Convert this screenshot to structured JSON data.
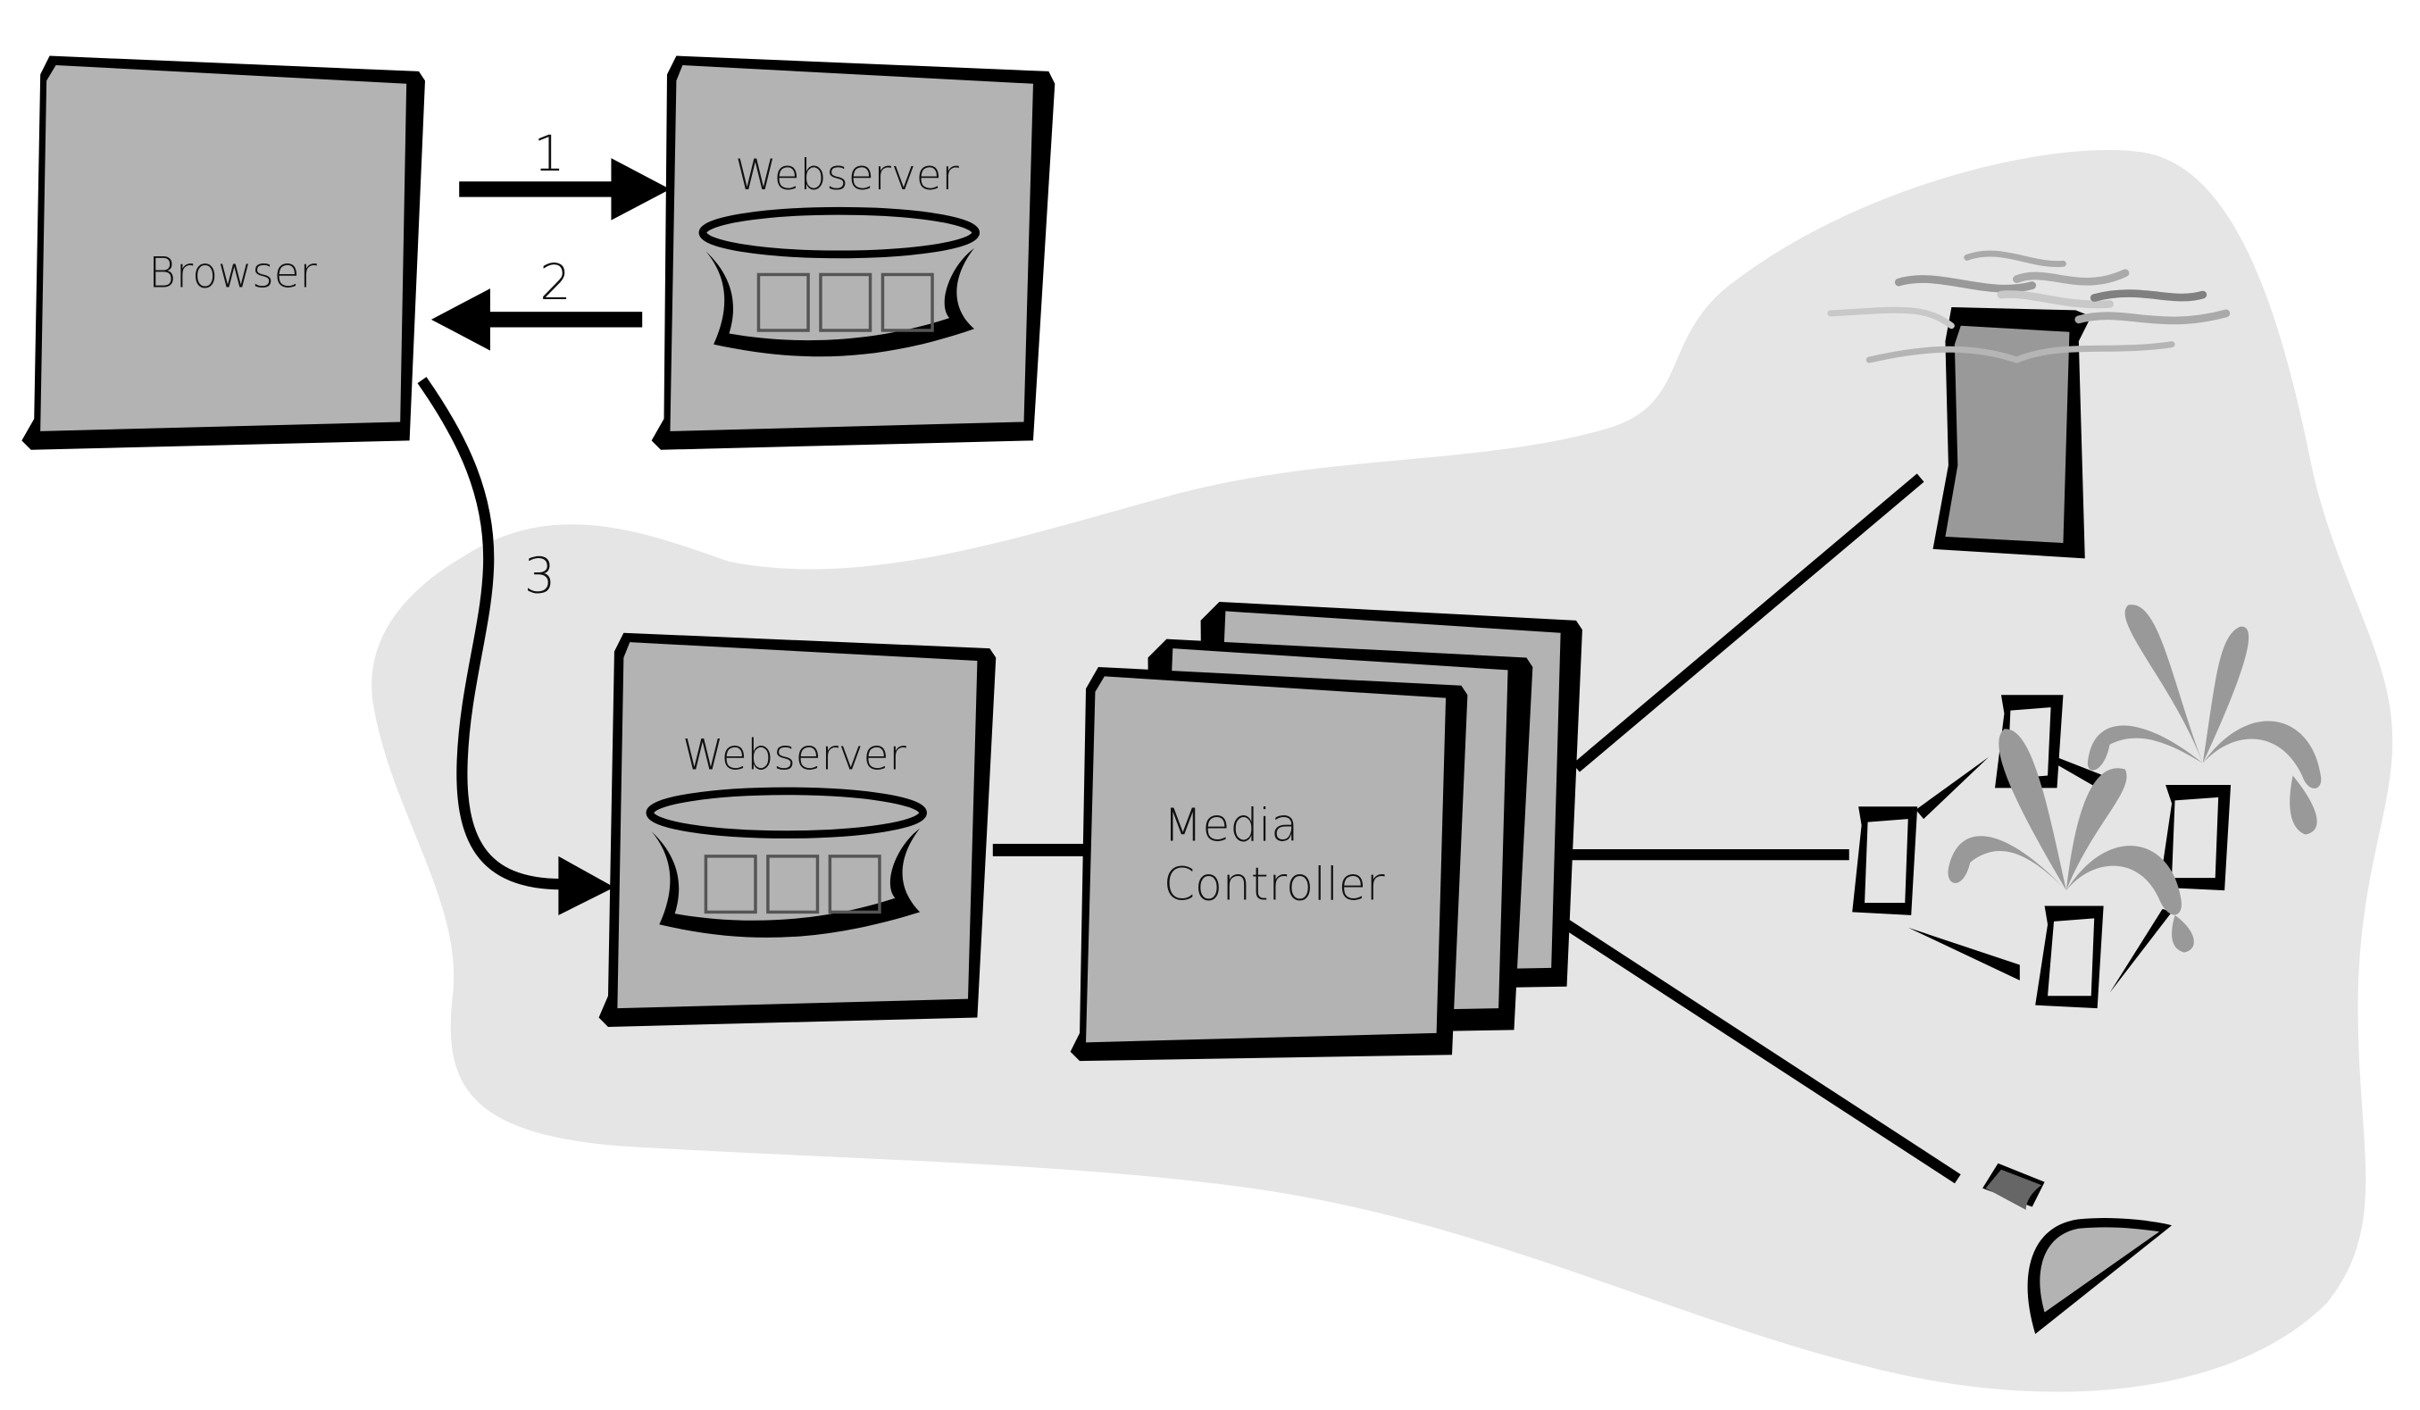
{
  "diagram": {
    "nodes": {
      "browser": {
        "label": "Browser"
      },
      "webserver_remote": {
        "label": "Webserver"
      },
      "webserver_local": {
        "label": "Webserver"
      },
      "media_controller": {
        "line1": "Media",
        "line2": "Controller"
      }
    },
    "edges": [
      {
        "from": "browser",
        "to": "webserver_remote",
        "label": "1"
      },
      {
        "from": "webserver_remote",
        "to": "browser",
        "label": "2"
      },
      {
        "from": "browser",
        "to": "webserver_local",
        "label": "3"
      },
      {
        "from": "webserver_local",
        "to": "media_controller",
        "label": ""
      },
      {
        "from": "media_controller",
        "to": "cooling-tower",
        "label": ""
      },
      {
        "from": "media_controller",
        "to": "fountains",
        "label": ""
      },
      {
        "from": "media_controller",
        "to": "spotlight",
        "label": ""
      }
    ],
    "devices": [
      "cooling-tower-icon",
      "fountain-icon",
      "spotlight-icon"
    ],
    "colors": {
      "box_fill": "#b3b3b3",
      "region_fill": "#e5e5e5",
      "ink": "#000000",
      "device_dark": "#999999",
      "spot_head": "#666666"
    }
  }
}
